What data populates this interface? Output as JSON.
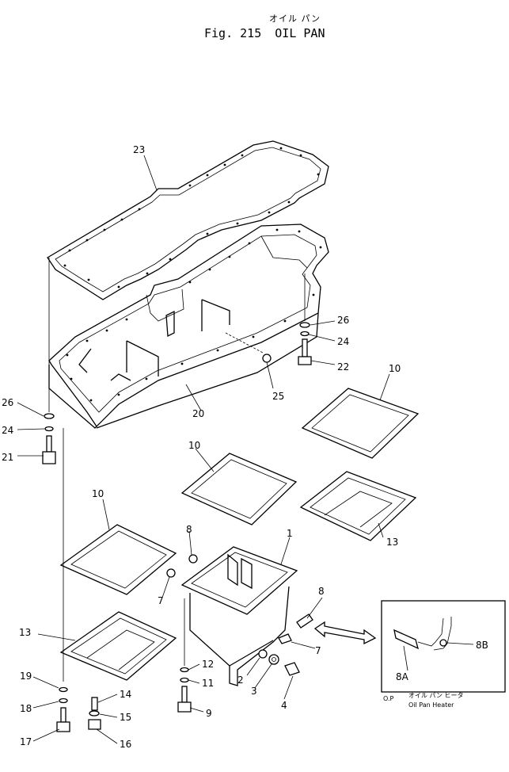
{
  "title": {
    "japanese": "オイル パン",
    "figure_number": "Fig. 215",
    "name": "OIL PAN"
  },
  "callouts": [
    {
      "id": "c23",
      "label": "23"
    },
    {
      "id": "c26a",
      "label": "26"
    },
    {
      "id": "c24a",
      "label": "24"
    },
    {
      "id": "c22",
      "label": "22"
    },
    {
      "id": "c25",
      "label": "25"
    },
    {
      "id": "c20",
      "label": "20"
    },
    {
      "id": "c10a",
      "label": "10"
    },
    {
      "id": "c26b",
      "label": "26"
    },
    {
      "id": "c24b",
      "label": "24"
    },
    {
      "id": "c21",
      "label": "21"
    },
    {
      "id": "c10b",
      "label": "10"
    },
    {
      "id": "c10c",
      "label": "10"
    },
    {
      "id": "c13a",
      "label": "13"
    },
    {
      "id": "c8a",
      "label": "8"
    },
    {
      "id": "c1",
      "label": "1"
    },
    {
      "id": "c7a",
      "label": "7"
    },
    {
      "id": "c8b",
      "label": "8"
    },
    {
      "id": "c7b",
      "label": "7"
    },
    {
      "id": "c13b",
      "label": "13"
    },
    {
      "id": "c12",
      "label": "12"
    },
    {
      "id": "c11",
      "label": "11"
    },
    {
      "id": "c2",
      "label": "2"
    },
    {
      "id": "c3",
      "label": "3"
    },
    {
      "id": "c9",
      "label": "9"
    },
    {
      "id": "c4",
      "label": "4"
    },
    {
      "id": "c19",
      "label": "19"
    },
    {
      "id": "c14",
      "label": "14"
    },
    {
      "id": "c18",
      "label": "18"
    },
    {
      "id": "c15",
      "label": "15"
    },
    {
      "id": "c17",
      "label": "17"
    },
    {
      "id": "c16",
      "label": "16"
    },
    {
      "id": "c8A",
      "label": "8A"
    },
    {
      "id": "c8B",
      "label": "8B"
    }
  ],
  "inset": {
    "option_code": "O.P",
    "caption_jp": "オイル パン ヒータ",
    "caption_en": "Oil Pan Heater"
  }
}
